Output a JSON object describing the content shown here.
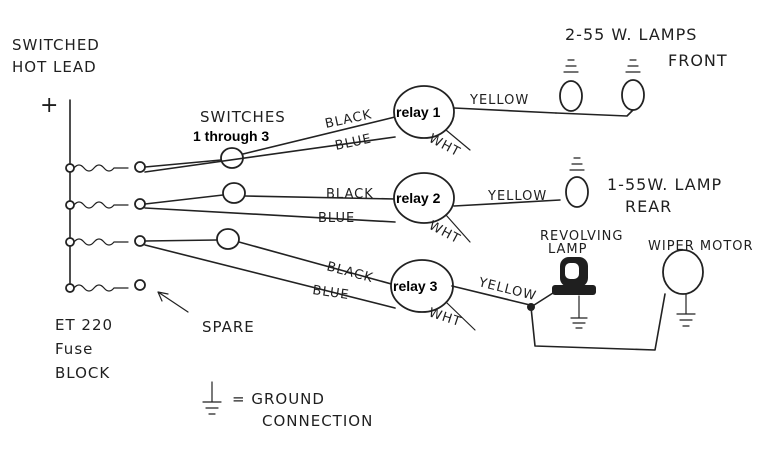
{
  "labels": {
    "switched_hot_lead_1": "SWITCHED",
    "switched_hot_lead_2": "HOT LEAD",
    "plus": "+",
    "switches_title": "SWITCHES",
    "switches_sub": "1 through 3",
    "spare": "SPARE",
    "fuse_block_1": "ET 220",
    "fuse_block_2": "Fuse",
    "fuse_block_3": "BLOCK",
    "ground_legend_1": "= GROUND",
    "ground_legend_2": "CONNECTION"
  },
  "relays": [
    {
      "label": "relay 1",
      "in_black": "BLACK",
      "in_blue": "BLUE",
      "out": "YELLOW",
      "wht": "WHT"
    },
    {
      "label": "relay 2",
      "in_black": "BLACK",
      "in_blue": "BLUE",
      "out": "YELLOW",
      "wht": "WHT"
    },
    {
      "label": "relay 3",
      "in_black": "BLACK",
      "in_blue": "BLUE",
      "out": "YELLOW",
      "wht": "WHT"
    }
  ],
  "loads": {
    "front_1": "2-55 W. LAMPS",
    "front_2": "FRONT",
    "rear_1": "1-55W. LAMP",
    "rear_2": "REAR",
    "revolving_1": "REVOLVING",
    "revolving_2": "LAMP",
    "wiper": "WIPER MOTOR"
  }
}
